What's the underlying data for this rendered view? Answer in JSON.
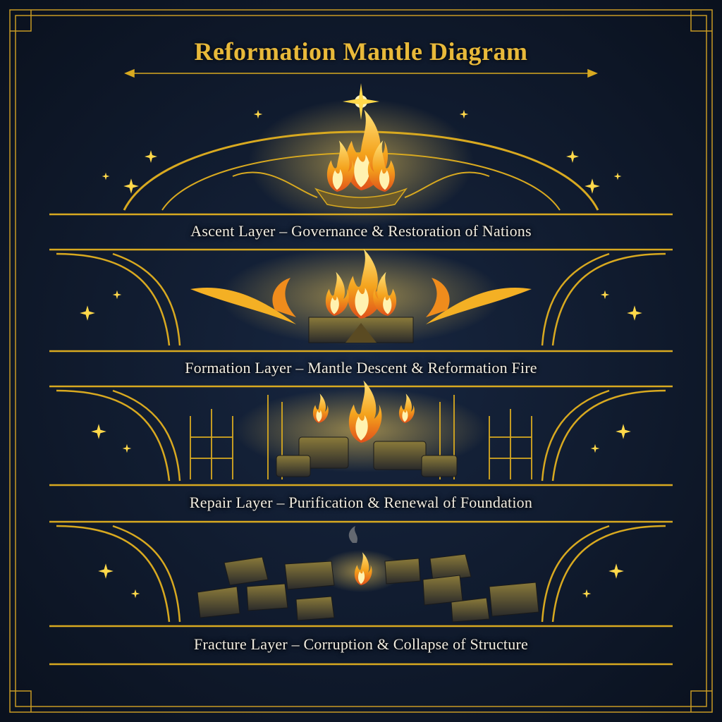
{
  "title": "Reformation Mantle Diagram",
  "layers": [
    {
      "id": "ascent",
      "label": "Ascent Layer – Governance & Restoration of Nations"
    },
    {
      "id": "formation",
      "label": "Formation Layer – Mantle Descent & Reformation Fire"
    },
    {
      "id": "repair",
      "label": "Repair Layer – Purification & Renewal of Foundation"
    },
    {
      "id": "fracture",
      "label": "Fracture Layer – Corruption & Collapse of Structure"
    }
  ],
  "colors": {
    "background": "#101a2c",
    "gold": "#d8a920",
    "flame_outer": "#f0a21c",
    "flame_inner": "#ffe066",
    "stone": "#3a3a3a",
    "label_text": "#f1ece0"
  }
}
